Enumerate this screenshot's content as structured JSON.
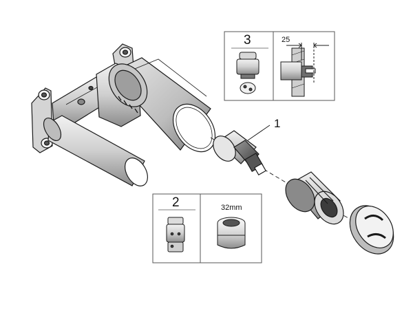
{
  "callouts": {
    "part_1": "1",
    "part_2": "2",
    "part_3": "3"
  },
  "dimensions": {
    "wall_depth": "25",
    "wrench_size": "32mm"
  },
  "colors": {
    "stroke": "#1a1a1a",
    "shade_light": "#d9d9d9",
    "shade_mid": "#a8a8a8",
    "shade_dark": "#6e6e6e",
    "panel_border": "#555555"
  }
}
